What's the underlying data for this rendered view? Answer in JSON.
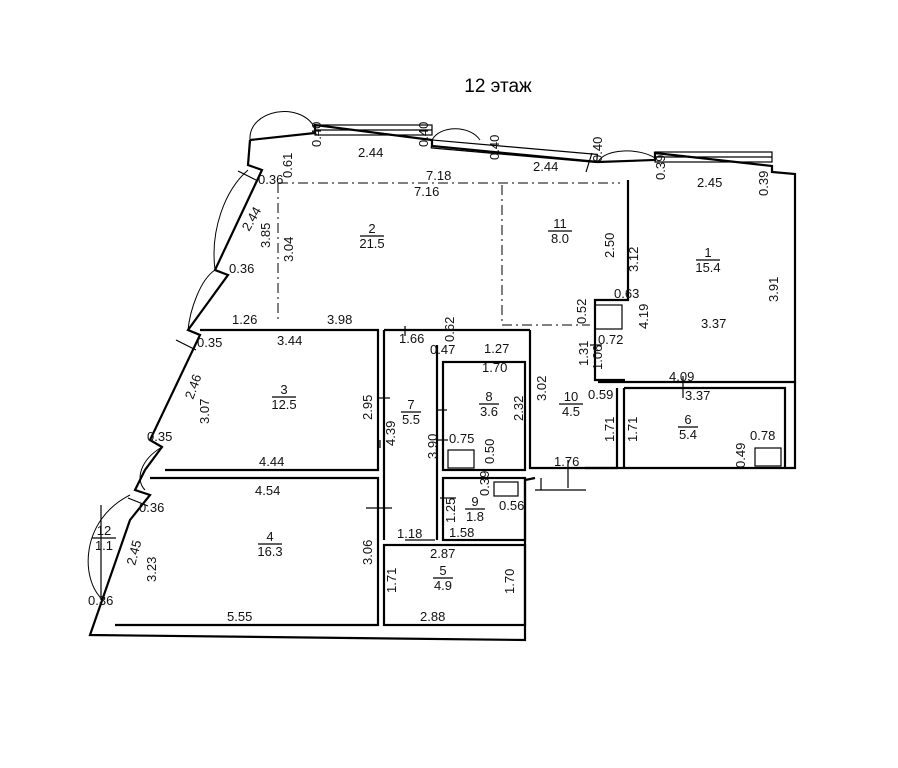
{
  "title": "12 этаж",
  "rooms": [
    {
      "number": "1",
      "area": "15.4"
    },
    {
      "number": "2",
      "area": "21.5"
    },
    {
      "number": "3",
      "area": "12.5"
    },
    {
      "number": "4",
      "area": "16.3"
    },
    {
      "number": "5",
      "area": "4.9"
    },
    {
      "number": "6",
      "area": "5.4"
    },
    {
      "number": "7",
      "area": "5.5"
    },
    {
      "number": "8",
      "area": "3.6"
    },
    {
      "number": "9",
      "area": "1.8"
    },
    {
      "number": "10",
      "area": "4.5"
    },
    {
      "number": "11",
      "area": "8.0"
    },
    {
      "number": "12",
      "area": "1.1"
    }
  ],
  "dimensions": [
    "0.40",
    "2.44",
    "0.40",
    "0.40",
    "2.44",
    "0.40",
    "0.39",
    "2.45",
    "0.39",
    "0.61",
    "7.18",
    "7.16",
    "0.36",
    "2.44",
    "3.85",
    "3.04",
    "0.36",
    "2.50",
    "3.12",
    "3.91",
    "0.63",
    "0.52",
    "4.19",
    "3.37",
    "1.26",
    "3.98",
    "1.66",
    "0.62",
    "0.47",
    "1.27",
    "0.72",
    "1.31",
    "1.06",
    "0.35",
    "3.44",
    "1.70",
    "4.09",
    "3.37",
    "2.46",
    "3.07",
    "2.95",
    "4.39",
    "2.32",
    "3.02",
    "0.59",
    "0.35",
    "3.90",
    "0.75",
    "0.50",
    "1.71",
    "1.71",
    "0.49",
    "0.78",
    "4.44",
    "1.76",
    "4.54",
    "0.39",
    "1.25",
    "0.56",
    "0.36",
    "1.58",
    "1.18",
    "2.87",
    "2.45",
    "3.23",
    "3.06",
    "1.71",
    "1.70",
    "0.36",
    "5.55",
    "2.88"
  ]
}
